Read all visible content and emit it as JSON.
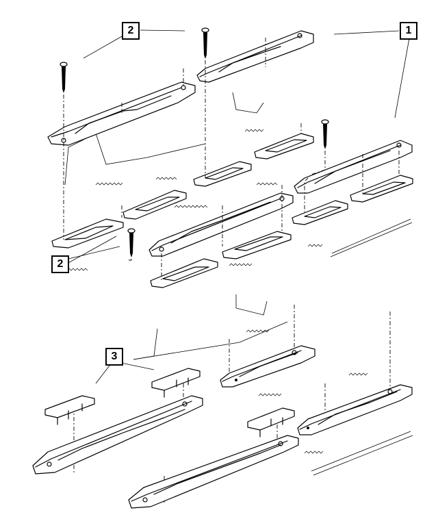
{
  "callouts": {
    "c1": "1",
    "c2_top": "2",
    "c2_left": "2",
    "c3": "3"
  }
}
